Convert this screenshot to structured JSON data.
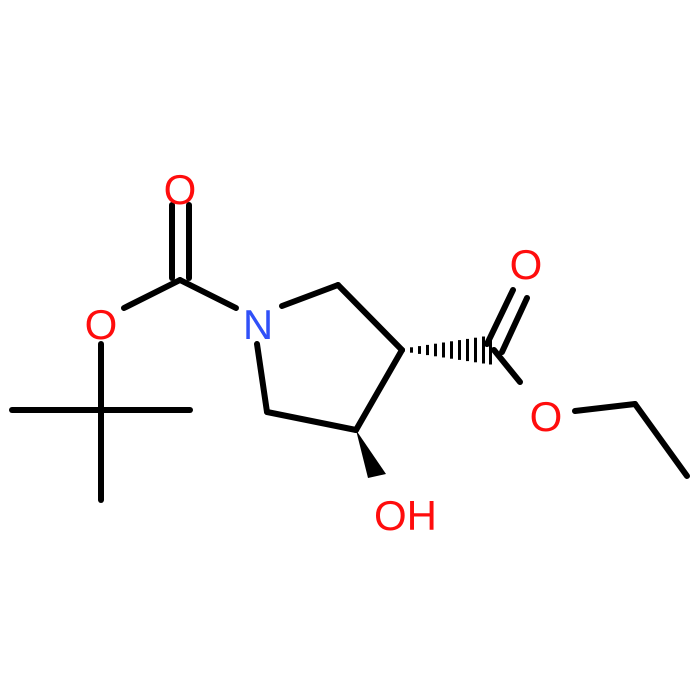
{
  "molecule": {
    "colors": {
      "bond": "#000000",
      "oxygen": "#ff0d0d",
      "nitrogen": "#3050f8"
    },
    "atoms": [
      {
        "id": "o_carbonyl_boc",
        "element": "O",
        "label": "O"
      },
      {
        "id": "o_ester_boc",
        "element": "O",
        "label": "O"
      },
      {
        "id": "n_ring",
        "element": "N",
        "label": "N"
      },
      {
        "id": "o_carbonyl_ethyl",
        "element": "O",
        "label": "O"
      },
      {
        "id": "o_ester_ethyl",
        "element": "O",
        "label": "O"
      },
      {
        "id": "oh_group",
        "element": "O",
        "label": "OH"
      }
    ]
  }
}
